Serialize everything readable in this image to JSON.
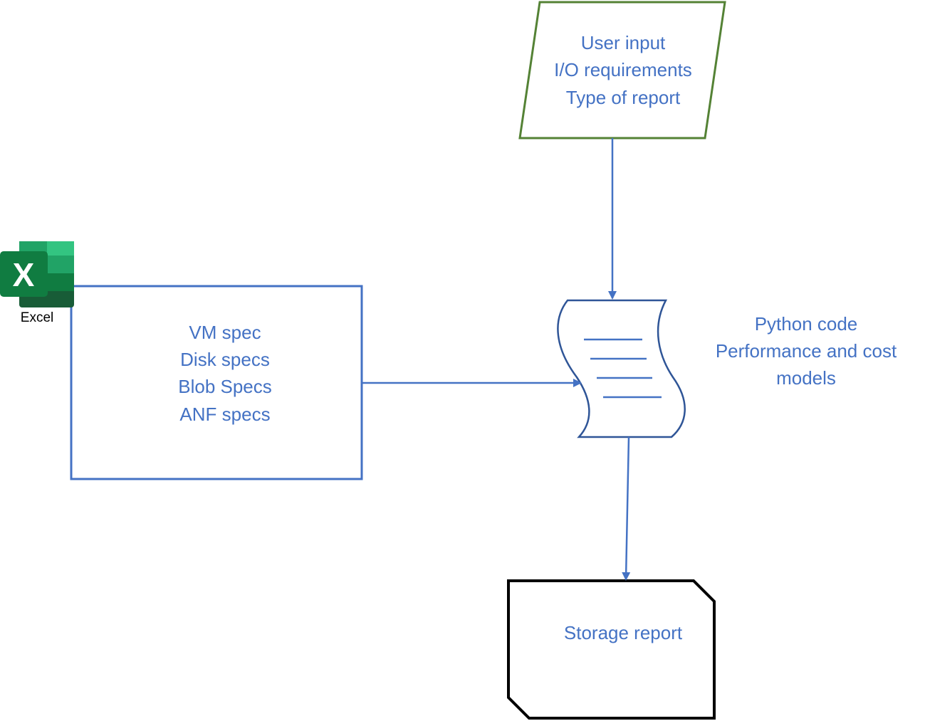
{
  "colors": {
    "shape_stroke": "#4472c4",
    "input_stroke": "#548235",
    "report_stroke": "#000000",
    "text": "#4472c4",
    "excel_dark": "#185c37",
    "excel_mid": "#107c41",
    "excel_light": "#21a366",
    "excel_lightest": "#33c481"
  },
  "user_input": {
    "lines": [
      "User input",
      "I/O requirements",
      "Type of report"
    ]
  },
  "excel": {
    "icon": "excel-icon",
    "glyph": "X",
    "caption": "Excel"
  },
  "specs": {
    "lines": [
      "VM spec",
      "Disk specs",
      "Blob Specs",
      "ANF specs"
    ]
  },
  "python": {
    "icon": "document-icon",
    "lines": [
      "Python code",
      "Performance and cost",
      "models"
    ]
  },
  "report": {
    "label": "Storage report"
  }
}
